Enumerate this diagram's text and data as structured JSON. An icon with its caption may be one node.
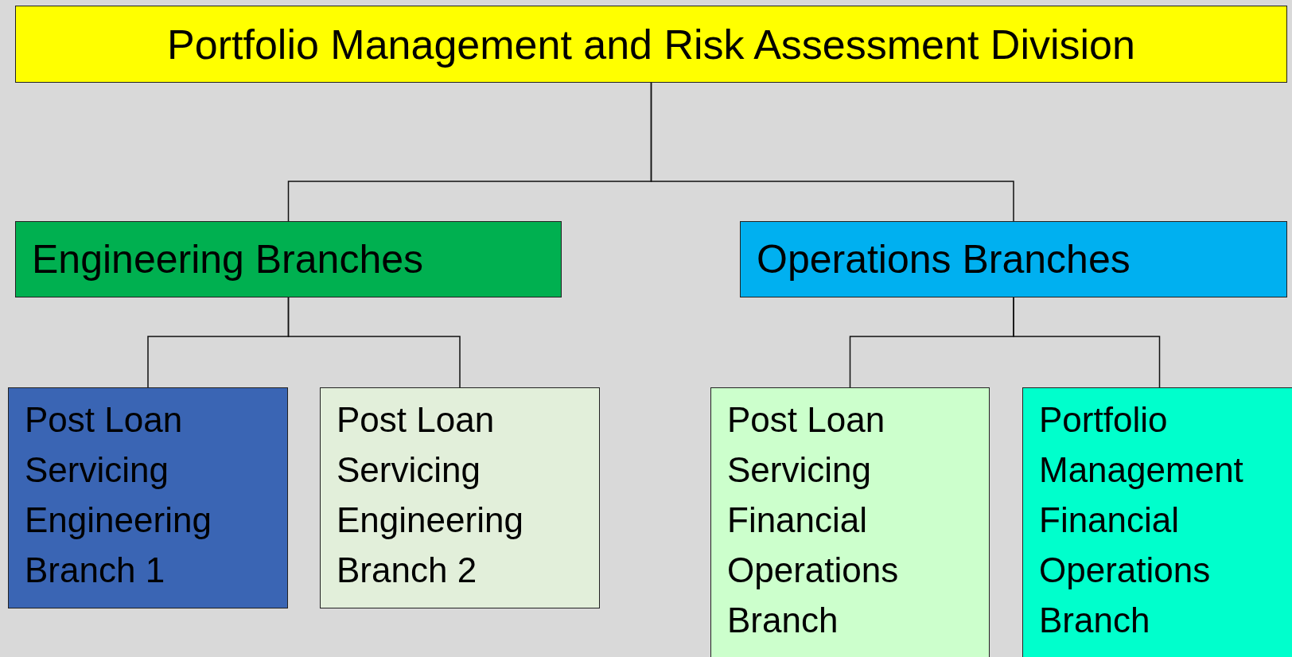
{
  "diagram": {
    "nodes": [
      {
        "text": [
          "Portfolio Management and Risk Assessment Division"
        ]
      },
      {
        "text": [
          "Engineering Branches"
        ]
      },
      {
        "text": [
          "Operations Branches"
        ]
      },
      {
        "text": [
          "Post Loan Servicing Engineering Branch 1"
        ]
      },
      {
        "text": [
          "Post Loan Servicing Engineering Branch 2"
        ]
      },
      {
        "text": [
          "Post Loan Servicing Financial Operations Branch"
        ]
      },
      {
        "text": [
          "Portfolio Management Financial Operations Branch"
        ]
      }
    ],
    "edges": [
      {
        "from": 0,
        "to": 1,
        "arrow": "none"
      },
      {
        "from": 0,
        "to": 2,
        "arrow": "none"
      },
      {
        "from": 1,
        "to": 3,
        "arrow": "none"
      },
      {
        "from": 1,
        "to": 4,
        "arrow": "none"
      },
      {
        "from": 2,
        "to": 5,
        "arrow": "none"
      },
      {
        "from": 2,
        "to": 6,
        "arrow": "none"
      }
    ]
  }
}
